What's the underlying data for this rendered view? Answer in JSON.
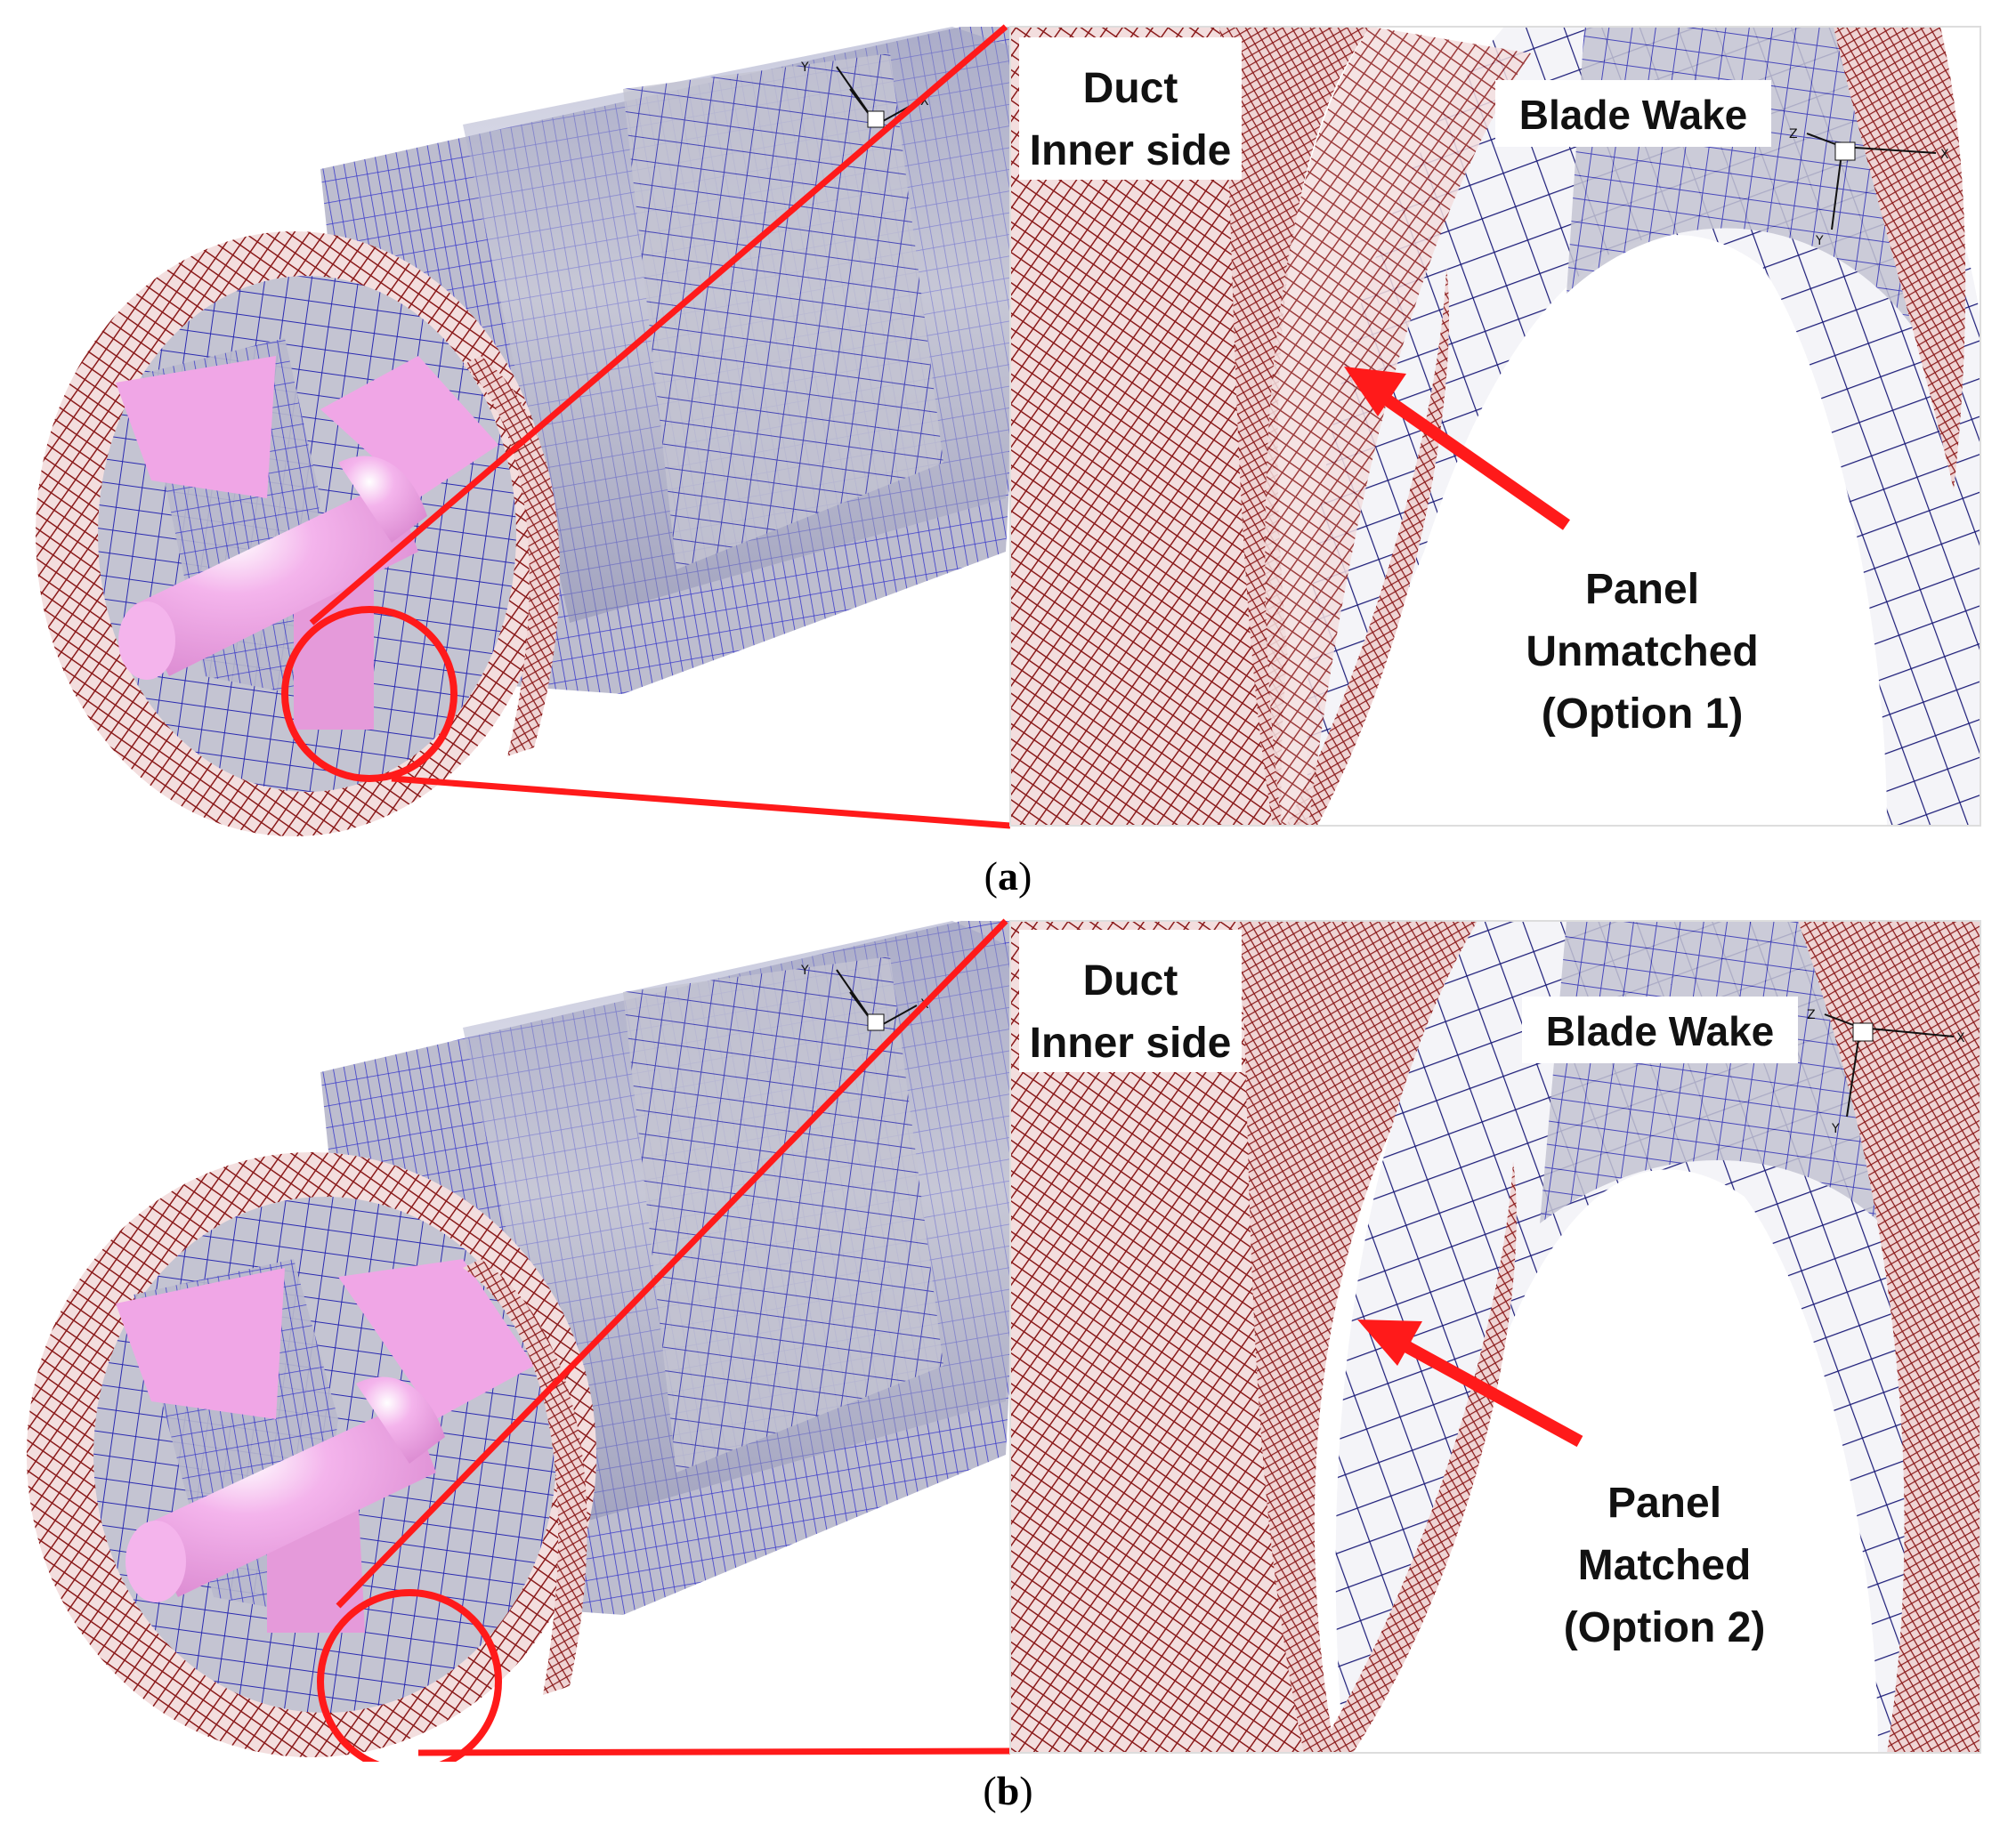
{
  "panels": [
    {
      "caption_letter": "a",
      "duct_label_line1": "Duct",
      "duct_label_line2": "Inner side",
      "wake_label": "Blade Wake",
      "panel_label_line1": "Panel",
      "panel_label_line2": "Unmatched",
      "panel_label_line3": "(Option 1)",
      "axis_labels": {
        "x": "X",
        "y": "Y",
        "z": "Z"
      }
    },
    {
      "caption_letter": "b",
      "duct_label_line1": "Duct",
      "duct_label_line2": "Inner side",
      "wake_label": "Blade Wake",
      "panel_label_line1": "Panel",
      "panel_label_line2": "Matched",
      "panel_label_line3": "(Option 2)",
      "axis_labels": {
        "x": "X",
        "y": "Y",
        "z": "Z"
      }
    }
  ],
  "colors": {
    "duct_mesh": "#8a1a1a",
    "wake_mesh": "#2a2aa0",
    "hub": "#f0a6e6",
    "surface": "#c9c9d4",
    "highlight": "#ff1a1a"
  }
}
